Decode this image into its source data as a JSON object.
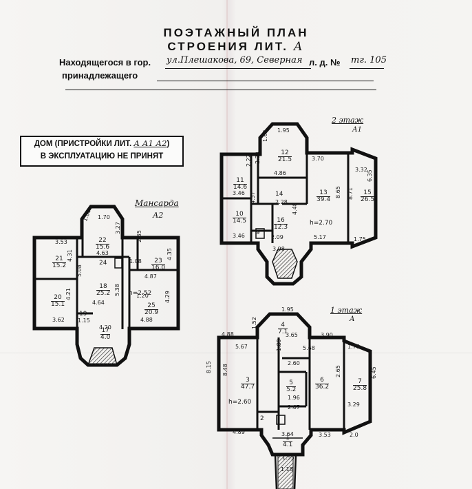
{
  "header": {
    "title_line1": "ПОЭТАЖНЫЙ ПЛАН",
    "title_line2": "СТРОЕНИЯ ЛИТ.",
    "title_lit": "А",
    "location_prefix": "Находящегося в гор.",
    "location_value": "ул.Плешакова, 69, Северная",
    "house_no_label": "л. д. №",
    "house_no_value": "тг. 105",
    "owner_label": "принадлежащего"
  },
  "stamp": {
    "line1": "ДОМ (ПРИСТРОЙКИ ЛИТ.",
    "lit_value": "А А1 А2",
    "line2": "В ЭКСПЛУАТАЦИЮ НЕ ПРИНЯТ"
  },
  "floors": {
    "attic": {
      "title": "Мансарда",
      "lit": "А2"
    },
    "second": {
      "title": "2 этаж",
      "lit": "А1"
    },
    "first": {
      "title": "1 этаж",
      "lit": "А"
    }
  },
  "rooms": {
    "r1": {
      "num": "1",
      "area": "4.1"
    },
    "r2": {
      "num": "2",
      "area": ""
    },
    "r3": {
      "num": "3",
      "area": "47.7"
    },
    "r4": {
      "num": "4",
      "area": "7.1"
    },
    "r5": {
      "num": "5",
      "area": "5.2"
    },
    "r6": {
      "num": "6",
      "area": "36.2"
    },
    "r7": {
      "num": "7",
      "area": "25.8"
    },
    "r9": {
      "num": "9",
      "area": ""
    },
    "r10": {
      "num": "10",
      "area": "14.5"
    },
    "r11": {
      "num": "11",
      "area": "14.6"
    },
    "r12": {
      "num": "12",
      "area": "21.5"
    },
    "r13": {
      "num": "13",
      "area": "39.4"
    },
    "r14": {
      "num": "14",
      "area": ""
    },
    "r15": {
      "num": "15",
      "area": "26.5"
    },
    "r16": {
      "num": "16",
      "area": "12.3"
    },
    "r17": {
      "num": "17",
      "area": "4.0"
    },
    "r18": {
      "num": "18",
      "area": "25.2"
    },
    "r19": {
      "num": "19",
      "area": ""
    },
    "r20": {
      "num": "20",
      "area": "15.1"
    },
    "r21": {
      "num": "21",
      "area": "15.2"
    },
    "r22": {
      "num": "22",
      "area": "15.6"
    },
    "r23": {
      "num": "23",
      "area": "16.0"
    },
    "r24": {
      "num": "24",
      "area": ""
    },
    "r25": {
      "num": "25",
      "area": "20.9"
    }
  },
  "heights": {
    "attic": "h=2.52",
    "second": "h=2.70",
    "first": "h=2.60"
  },
  "dims": {
    "a_1_70": "1.70",
    "a_3_53": "3.53",
    "a_4_63": "4.63",
    "a_4_31": "4.31",
    "a_1_81": "1.81",
    "a_4_87": "4.87",
    "a_4_35": "4.35",
    "a_2_35": "2.35",
    "a_1_08": "1.08",
    "a_1_20": "1.20",
    "a_4_64": "4.64",
    "a_5_08": "5.08",
    "a_5_38": "5.38",
    "a_4_21": "4.21",
    "a_4_29": "4.29",
    "a_3_62": "3.62",
    "a_4_88": "4.88",
    "a_4_20": "4.20",
    "a_1_15": "1.15",
    "a_3_27": "3.27",
    "b_1_95": "1.95",
    "b_1_66": "1.66",
    "b_3_70": "3.70",
    "b_3_32": "3.32",
    "b_2_23": "2.23",
    "b_4_86": "4.86",
    "b_3_46": "3.46",
    "b_2_22": "2.22",
    "b_2_28": "2.28",
    "b_4_48": "4.48",
    "b_8_65": "8.65",
    "b_8_71": "8.71",
    "b_6_35": "6.35",
    "b_3_46b": "3.46",
    "b_2_09": "2.09",
    "b_5_17": "5.17",
    "b_1_75": "1.75",
    "b_3_98": "3.98",
    "b_4_57": "4.57",
    "c_1_95": "1.95",
    "c_4_88": "4.88",
    "c_3_65": "3.65",
    "c_3_90": "3.90",
    "c_5_67": "5.67",
    "c_5_68": "5.68",
    "c_2_60": "2.60",
    "c_1_78": "1.78",
    "c_8_15": "8.15",
    "c_8_48": "8.48",
    "c_1_96": "1.96",
    "c_2_67": "2.67",
    "c_3_29": "3.29",
    "c_6_45": "6.45",
    "c_4_89": "4.89",
    "c_3_64": "3.64",
    "c_3_53": "3.53",
    "c_2_0": "2.0",
    "c_1_55": "1.55",
    "c_1_18": "1.18",
    "c_1_89": "1.89",
    "c_2_65": "2.65",
    "c_1_52": "1.52"
  },
  "colors": {
    "ink": "#111111",
    "paper": "#f4f3f1",
    "hatch": "#333333"
  }
}
